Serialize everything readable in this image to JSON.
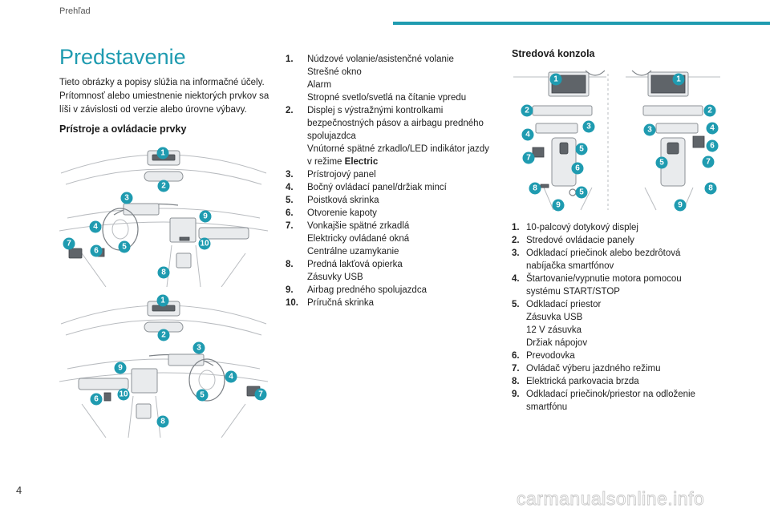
{
  "header": {
    "section": "Prehľad",
    "accent_color": "#1f9bb0"
  },
  "page_number": "4",
  "intro": {
    "title": "Predstavenie",
    "paragraph": "Tieto obrázky a popisy slúžia na informačné účely. Prítomnosť alebo umiestnenie niektorých prvkov sa líši v závislosti od verzie alebo úrovne výbavy.",
    "section_heading": "Prístroje a ovládacie prvky"
  },
  "instruments": [
    {
      "num": "1.",
      "lines": [
        "Núdzové volanie/asistenčné volanie",
        "Strešné okno",
        "Alarm",
        "Stropné svetlo/svetlá na čítanie vpredu"
      ]
    },
    {
      "num": "2.",
      "lines": [
        "Displej s výstražnými kontrolkami",
        "bezpečnostných pásov a airbagu predného",
        "spolujazdca",
        "Vnútorné spätné zrkadlo/LED indikátor jazdy"
      ],
      "last_prefix": "v režime ",
      "last_bold": "Electric"
    },
    {
      "num": "3.",
      "lines": [
        "Prístrojový panel"
      ]
    },
    {
      "num": "4.",
      "lines": [
        "Bočný ovládací panel/držiak mincí"
      ]
    },
    {
      "num": "5.",
      "lines": [
        "Poistková skrinka"
      ]
    },
    {
      "num": "6.",
      "lines": [
        "Otvorenie kapoty"
      ]
    },
    {
      "num": "7.",
      "lines": [
        "Vonkajšie spätné zrkadlá",
        "Elektricky ovládané okná",
        "Centrálne uzamykanie"
      ]
    },
    {
      "num": "8.",
      "lines": [
        "Predná lakťová opierka",
        "Zásuvky USB"
      ]
    },
    {
      "num": "9.",
      "lines": [
        "Airbag predného spolujazdca"
      ]
    },
    {
      "num": "10.",
      "lines": [
        "Príručná skrinka"
      ]
    }
  ],
  "console": {
    "heading": "Stredová konzola",
    "items": [
      {
        "num": "1.",
        "lines": [
          "10-palcový dotykový displej"
        ]
      },
      {
        "num": "2.",
        "lines": [
          "Stredové ovládacie panely"
        ]
      },
      {
        "num": "3.",
        "lines": [
          "Odkladací priečinok alebo bezdrôtová",
          "nabíjačka smartfónov"
        ]
      },
      {
        "num": "4.",
        "lines": [
          "Štartovanie/vypnutie motora pomocou",
          "systému START/STOP"
        ]
      },
      {
        "num": "5.",
        "lines": [
          "Odkladací priestor",
          "Zásuvka USB",
          "12 V zásuvka",
          "Držiak nápojov"
        ]
      },
      {
        "num": "6.",
        "lines": [
          "Prevodovka"
        ]
      },
      {
        "num": "7.",
        "lines": [
          "Ovládač výberu jazdného režimu"
        ]
      },
      {
        "num": "8.",
        "lines": [
          "Elektrická parkovacia brzda"
        ]
      },
      {
        "num": "9.",
        "lines": [
          "Odkladací priečinok/priestor na odloženie",
          "smartfónu"
        ]
      }
    ]
  },
  "callouts": {
    "lhd": [
      "1",
      "2",
      "3",
      "4",
      "5",
      "6",
      "7",
      "8",
      "9",
      "10"
    ],
    "rhd": [
      "1",
      "2",
      "3",
      "4",
      "5",
      "6",
      "7",
      "8",
      "9",
      "10"
    ],
    "console_left": [
      "1",
      "2",
      "3",
      "4",
      "5",
      "6",
      "7",
      "8",
      "5",
      "9"
    ],
    "console_right": [
      "1",
      "2",
      "3",
      "4",
      "6",
      "5",
      "7",
      "8",
      "9"
    ]
  },
  "icons": {
    "dashboard_illustration": "dashboard-lhd-illustration",
    "dashboard_rhd_illustration": "dashboard-rhd-illustration",
    "console_illustration": "center-console-illustration"
  },
  "watermark": "carmanualsonline.info"
}
